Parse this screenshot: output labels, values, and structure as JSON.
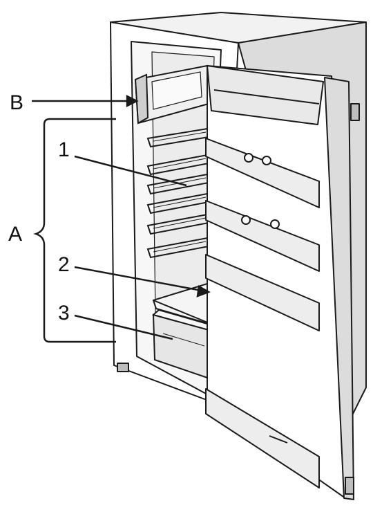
{
  "figure": {
    "subject": "refrigerator-open-door",
    "line_color": "#1a1a1a",
    "fill_color": "#ffffff",
    "shade_color": "#d9d9d9",
    "callouts": {
      "B": "B",
      "A": "A",
      "one": "1",
      "two": "2",
      "three": "3"
    }
  }
}
